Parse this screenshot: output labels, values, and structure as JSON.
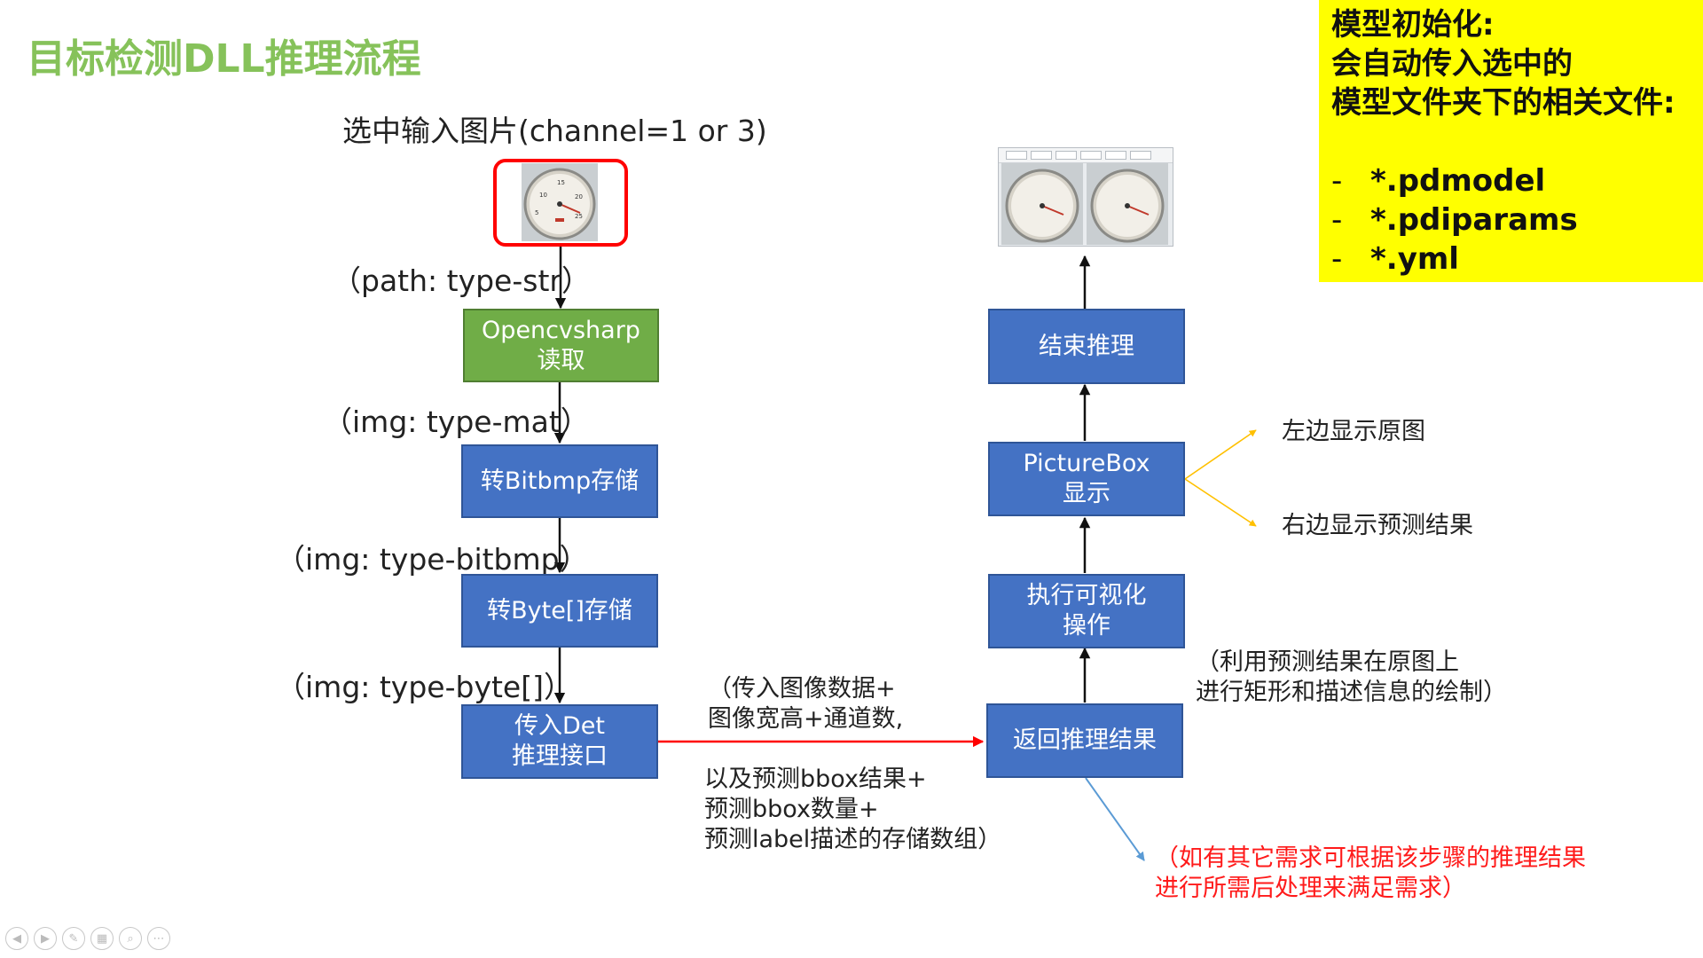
{
  "title": "目标检测DLL推理流程",
  "note": {
    "lines": [
      "模型初始化:",
      "会自动传入选中的",
      "模型文件夹下的相关文件:"
    ],
    "files": [
      "*.pdmodel",
      "*.pdiparams",
      "*.yml"
    ],
    "bullet": "-",
    "bg_color": "#ffff00"
  },
  "input_label": "选中输入图片(channel=1 or 3)",
  "edge_labels": {
    "path": "（path: type-str）",
    "mat": "（img: type-mat）",
    "bitbmp": "（img: type-bitbmp）",
    "byte": "（img: type-byte[]）"
  },
  "boxes": {
    "opencvsharp": [
      "Opencvsharp",
      "读取"
    ],
    "to_bitmap": [
      "转Bitbmp存储"
    ],
    "to_byte": [
      "转Byte[]存储"
    ],
    "det_api": [
      "传入Det",
      "推理接口"
    ],
    "return_result": [
      "返回推理结果"
    ],
    "visualize": [
      "执行可视化",
      "操作"
    ],
    "picturebox": [
      "PictureBox",
      "显示"
    ],
    "end": [
      "结束推理"
    ]
  },
  "pass_desc": {
    "top": [
      "（传入图像数据+",
      "图像宽高+通道数,"
    ],
    "bottom": [
      "以及预测bbox结果+",
      "预测bbox数量+",
      "预测label描述的存储数组）"
    ]
  },
  "visual_desc": [
    "（利用预测结果在原图上",
    "进行矩形和描述信息的绘制）"
  ],
  "picturebox_targets": [
    "左边显示原图",
    "右边显示预测结果"
  ],
  "postprocess_note": [
    "（如有其它需求可根据该步骤的推理结果",
    "进行所需后处理来满足需求）"
  ],
  "colors": {
    "title": "#86c25a",
    "box_blue": "#4472c4",
    "box_green": "#70ad47",
    "red_arrow": "#ff0000",
    "yellow_arrow": "#ffc000",
    "blue_arrow": "#5b9bd5",
    "red_text": "#ff1a1a"
  },
  "icons": [
    "pressure-gauge-image",
    "result-window-screenshot",
    "slide-control-icons"
  ]
}
